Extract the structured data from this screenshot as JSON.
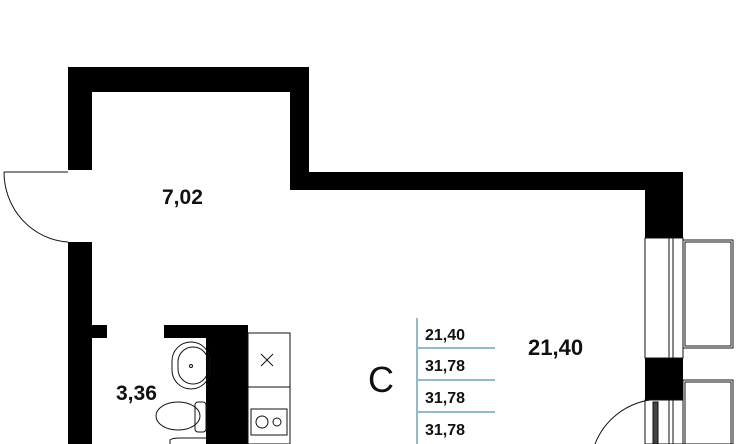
{
  "plan": {
    "rooms": {
      "hall_area": "7,02",
      "bath_area": "3,36",
      "living_area": "21,40"
    },
    "apartment_type": "С",
    "area_table": [
      "21,40",
      "31,78",
      "31,78",
      "31,78"
    ],
    "colors": {
      "wall": "#000000",
      "table_line": "#8fbccc",
      "line": "#111111"
    }
  }
}
